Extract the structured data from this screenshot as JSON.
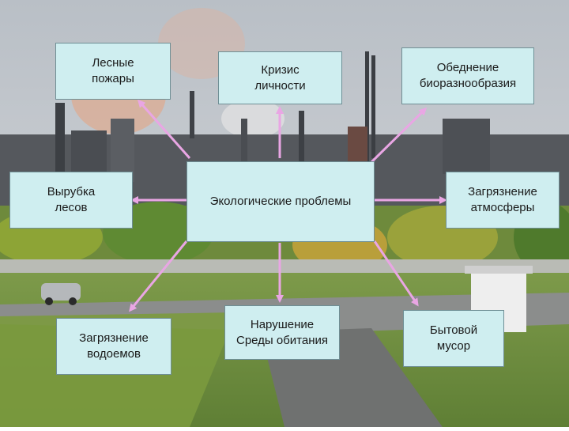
{
  "diagram": {
    "center": "Экологические проблемы",
    "nodes": {
      "forest_fires": "Лесные\nпожары",
      "personality_crisis": "Кризис\nличности",
      "biodiversity_loss": "Обеднение\nбиоразнообразия",
      "deforestation": "Вырубка\nлесов",
      "air_pollution": "Загрязнение\nатмосферы",
      "water_pollution": "Загрязнение\nводоемов",
      "habitat_disruption": "Нарушение\nСреды обитания",
      "household_waste": "Бытовой\nмусор"
    },
    "colors": {
      "box_fill": "#cfeef0",
      "arrow": "#e9a6e4"
    }
  }
}
